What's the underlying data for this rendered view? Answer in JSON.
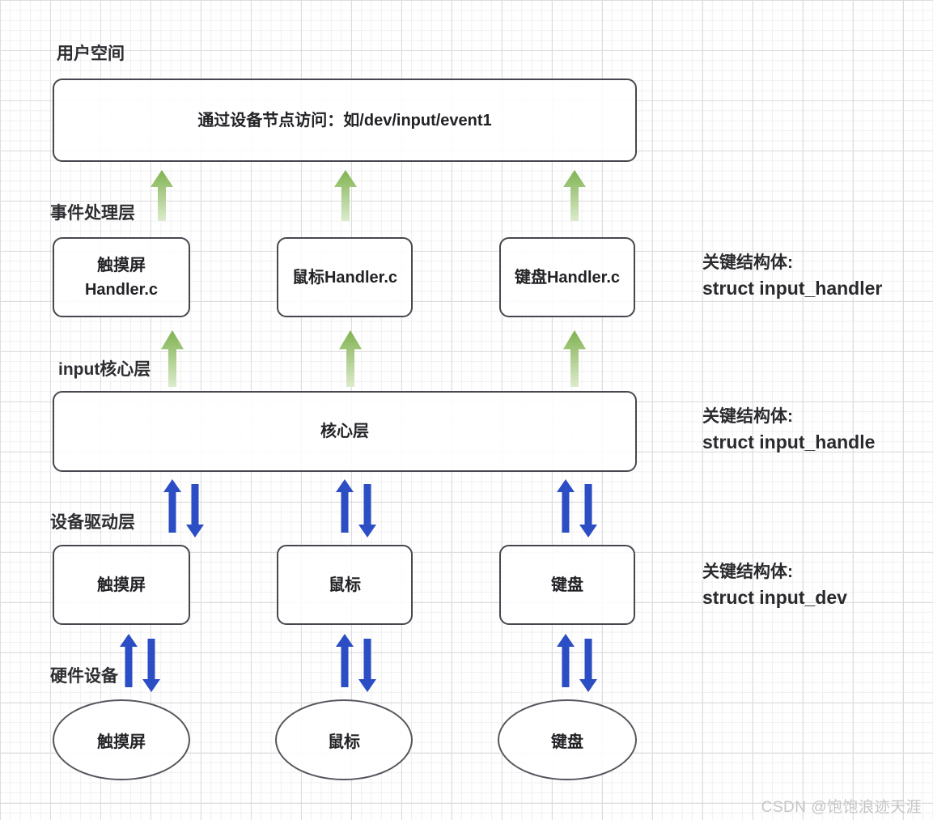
{
  "labels": {
    "user_space": "用户空间",
    "event_layer": "事件处理层",
    "input_core": "input核心层",
    "device_driver": "设备驱动层",
    "hardware": "硬件设备"
  },
  "top_box": {
    "text": "通过设备节点访问：如/dev/input/event1"
  },
  "event_layer": {
    "handler_boxes": [
      {
        "line1": "触摸屏",
        "line2": "Handler.c"
      },
      {
        "line1": "鼠标Handler.c"
      },
      {
        "line1": "键盘Handler.c"
      }
    ]
  },
  "core_box": {
    "text": "核心层"
  },
  "driver_boxes": [
    "触摸屏",
    "鼠标",
    "键盘"
  ],
  "hardware_nodes": [
    "触摸屏",
    "鼠标",
    "键盘"
  ],
  "annotations": [
    {
      "title": "关键结构体:",
      "value": "struct input_handler"
    },
    {
      "title": "关键结构体:",
      "value": "struct input_handle"
    },
    {
      "title": "关键结构体:",
      "value": "struct input_dev"
    }
  ],
  "watermark": "CSDN @饱饱浪迹天涯",
  "colors": {
    "green_arrow_top": "#7fb24f",
    "green_arrow_bottom": "#dcebcd",
    "blue_arrow": "#2b4ec4",
    "box_border": "#47474f",
    "grid_minor": "#f0f0f0",
    "grid_major": "#dddddd",
    "watermark": "#c6c6c6"
  }
}
